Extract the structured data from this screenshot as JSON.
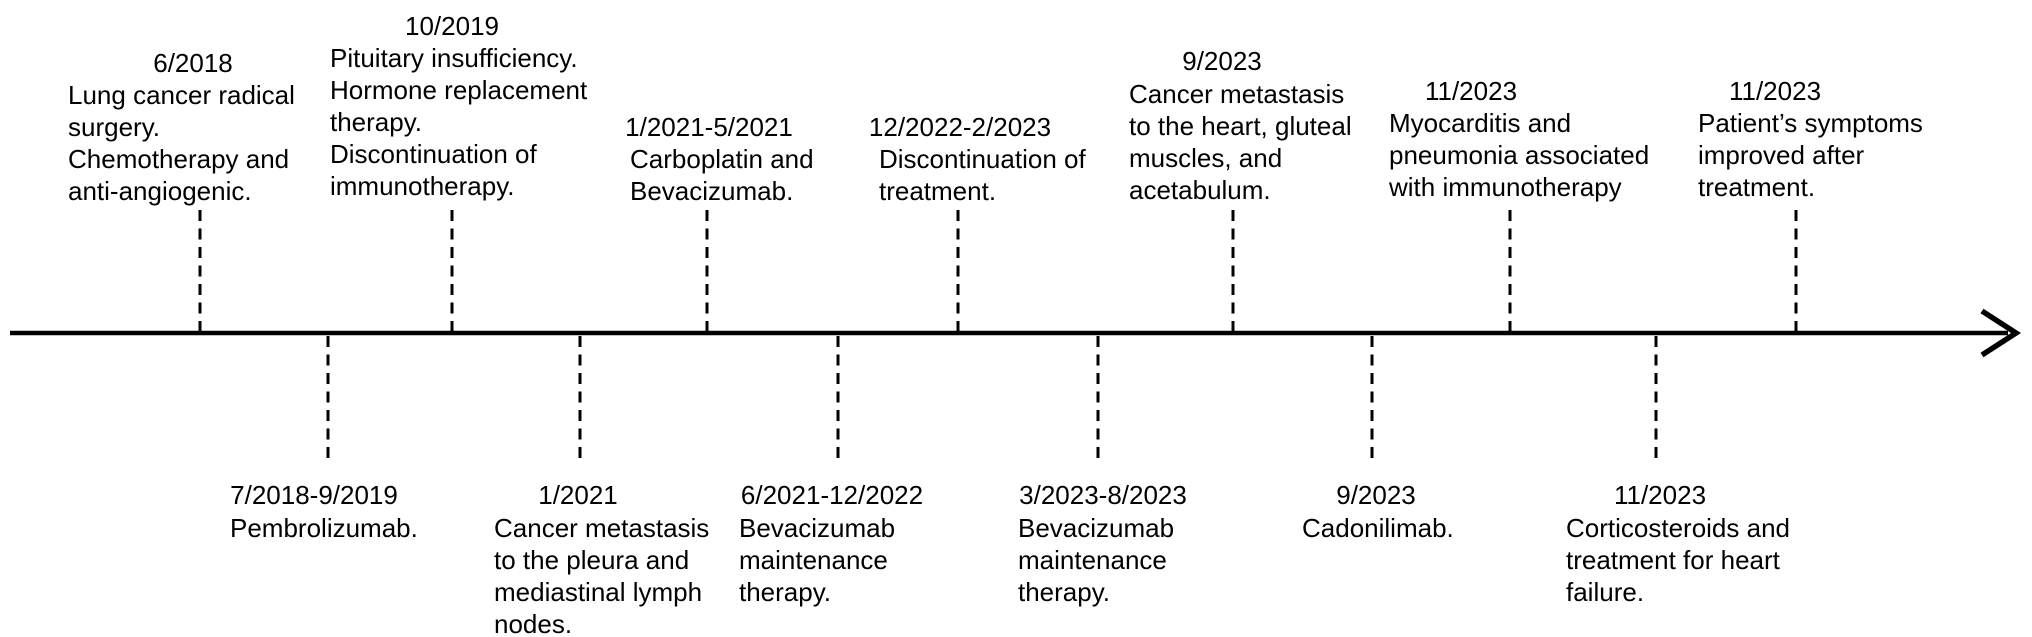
{
  "diagram": {
    "type": "timeline",
    "axis": {
      "orientation": "horizontal",
      "arrow_direction": "right",
      "line_color": "#000000",
      "connector_style": "dashed"
    },
    "top_events": [
      {
        "date": "6/2018",
        "description": "Lung cancer radical\nsurgery.\nChemotherapy and\nanti-angiogenic."
      },
      {
        "date": "10/2019",
        "description": "Pituitary insufficiency.\nHormone replacement\ntherapy.\nDiscontinuation of\nimmunotherapy."
      },
      {
        "date": "1/2021-5/2021",
        "description": "Carboplatin and\nBevacizumab."
      },
      {
        "date": "12/2022-2/2023",
        "description": "Discontinuation of\ntreatment."
      },
      {
        "date": "9/2023",
        "description": "Cancer metastasis\nto the heart, gluteal\nmuscles, and\nacetabulum."
      },
      {
        "date": "11/2023",
        "description": "Myocarditis and\npneumonia associated\nwith immunotherapy"
      },
      {
        "date": "11/2023",
        "description": "Patient’s symptoms\nimproved after\ntreatment."
      }
    ],
    "bottom_events": [
      {
        "date": "7/2018-9/2019",
        "description": "Pembrolizumab."
      },
      {
        "date": "1/2021",
        "description": "Cancer metastasis\nto the pleura and\nmediastinal lymph\nnodes."
      },
      {
        "date": "6/2021-12/2022",
        "description": "Bevacizumab\nmaintenance\ntherapy."
      },
      {
        "date": "3/2023-8/2023",
        "description": "Bevacizumab\nmaintenance\ntherapy."
      },
      {
        "date": "9/2023",
        "description": "Cadonilimab."
      },
      {
        "date": "11/2023",
        "description": "Corticosteroids and\ntreatment for heart\nfailure."
      }
    ]
  }
}
